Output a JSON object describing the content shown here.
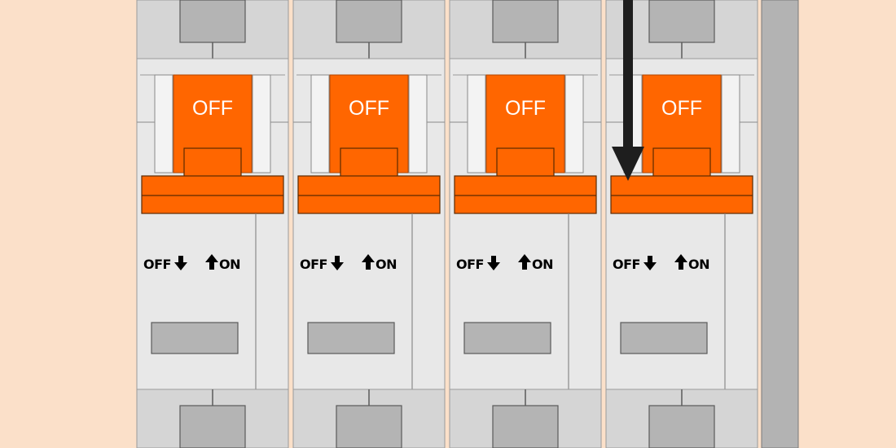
{
  "diagram": {
    "breakers": [
      {
        "flag_label": "OFF",
        "off_label": "OFF",
        "on_label": "ON"
      },
      {
        "flag_label": "OFF",
        "off_label": "OFF",
        "on_label": "ON"
      },
      {
        "flag_label": "OFF",
        "off_label": "OFF",
        "on_label": "ON"
      },
      {
        "flag_label": "OFF",
        "off_label": "OFF",
        "on_label": "ON"
      }
    ],
    "pointer_target_breaker": 4,
    "colors": {
      "background": "#fbe0c9",
      "breaker_body": "#e8e8e8",
      "breaker_terminal": "#d5d5d5",
      "window": "#b4b4b4",
      "side_rail": "#b3b3b3",
      "toggle": "#ff6600",
      "outline": "#5a5a5a",
      "arrow": "#1e1e1e"
    }
  }
}
